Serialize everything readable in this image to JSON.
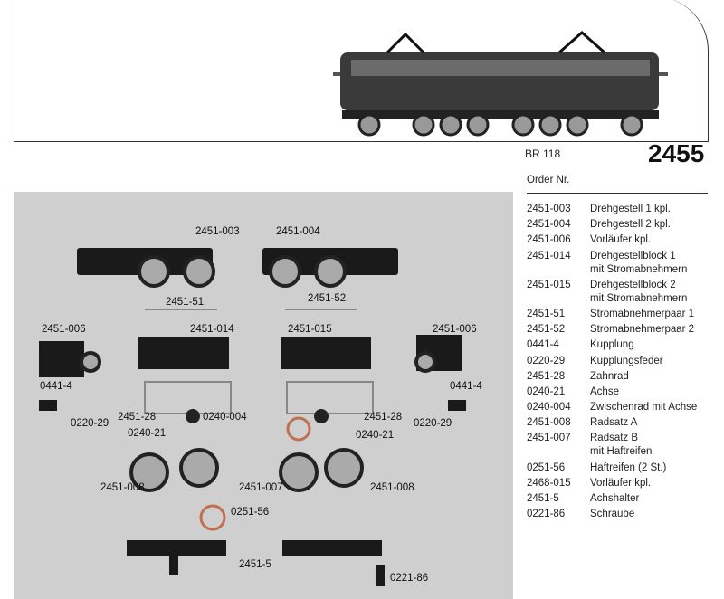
{
  "header": {
    "model": "BR 118",
    "number": "2455"
  },
  "list": {
    "heading": "Order Nr.",
    "items": [
      {
        "no": "2451-003",
        "desc": "Drehgestell 1 kpl."
      },
      {
        "no": "2451-004",
        "desc": "Drehgestell 2 kpl."
      },
      {
        "no": "2451-006",
        "desc": "Vorläufer kpl."
      },
      {
        "no": "2451-014",
        "desc": "Drehgestellblock 1\nmit Stromabnehmern"
      },
      {
        "no": "2451-015",
        "desc": "Drehgestellblock 2\nmit Stromabnehmern"
      },
      {
        "no": "2451-51",
        "desc": "Stromabnehmerpaar 1"
      },
      {
        "no": "2451-52",
        "desc": "Stromabnehmerpaar 2"
      },
      {
        "no": "0441-4",
        "desc": "Kupplung"
      },
      {
        "no": "0220-29",
        "desc": "Kupplungsfeder"
      },
      {
        "no": "2451-28",
        "desc": "Zahnrad"
      },
      {
        "no": "0240-21",
        "desc": "Achse"
      },
      {
        "no": "0240-004",
        "desc": "Zwischenrad mit Achse"
      },
      {
        "no": "2451-008",
        "desc": "Radsatz A"
      },
      {
        "no": "2451-007",
        "desc": "Radsatz B\nmit Haftreifen"
      },
      {
        "no": "0251-56",
        "desc": "Haftreifen (2 St.)"
      },
      {
        "no": "2468-015",
        "desc": "Vorläufer kpl."
      },
      {
        "no": "2451-5",
        "desc": "Achshalter"
      },
      {
        "no": "0221-86",
        "desc": "Schraube"
      }
    ]
  },
  "labels": [
    "2451-003",
    "2451-004",
    "2451-51",
    "2451-52",
    "2451-006",
    "2451-014",
    "2451-015",
    "2451-006",
    "0441-4",
    "0441-4",
    "2451-28",
    "0240-004",
    "2451-28",
    "0220-29",
    "0220-29",
    "0240-21",
    "0240-21",
    "2451-008",
    "2451-007",
    "2451-008",
    "0251-56",
    "2451-5",
    "0221-86"
  ]
}
